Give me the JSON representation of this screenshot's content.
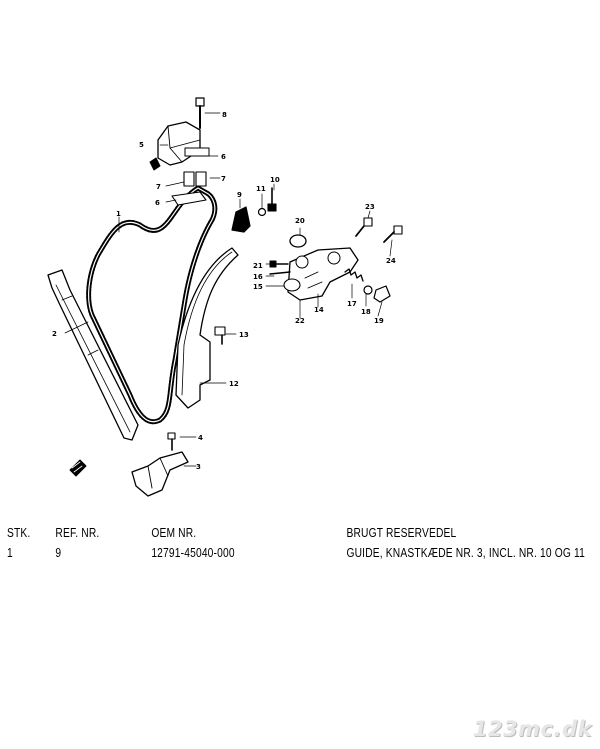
{
  "diagram": {
    "callouts": [
      "1",
      "2",
      "3",
      "4",
      "5",
      "6",
      "6",
      "7",
      "7",
      "8",
      "9",
      "10",
      "11",
      "12",
      "13",
      "14",
      "15",
      "16",
      "17",
      "18",
      "19",
      "20",
      "21",
      "22",
      "23",
      "24"
    ]
  },
  "table": {
    "headers": {
      "qty": "STK.",
      "ref": "REF. NR.",
      "oem": "OEM NR.",
      "desc": "BRUGT RESERVEDEL"
    },
    "rows": [
      {
        "qty": "1",
        "ref": "9",
        "oem": "12791-45040-000",
        "desc": "GUIDE, KNASTKÆDE NR. 3, INCL. NR. 10 OG 11"
      }
    ]
  },
  "watermark": "123mc.dk"
}
